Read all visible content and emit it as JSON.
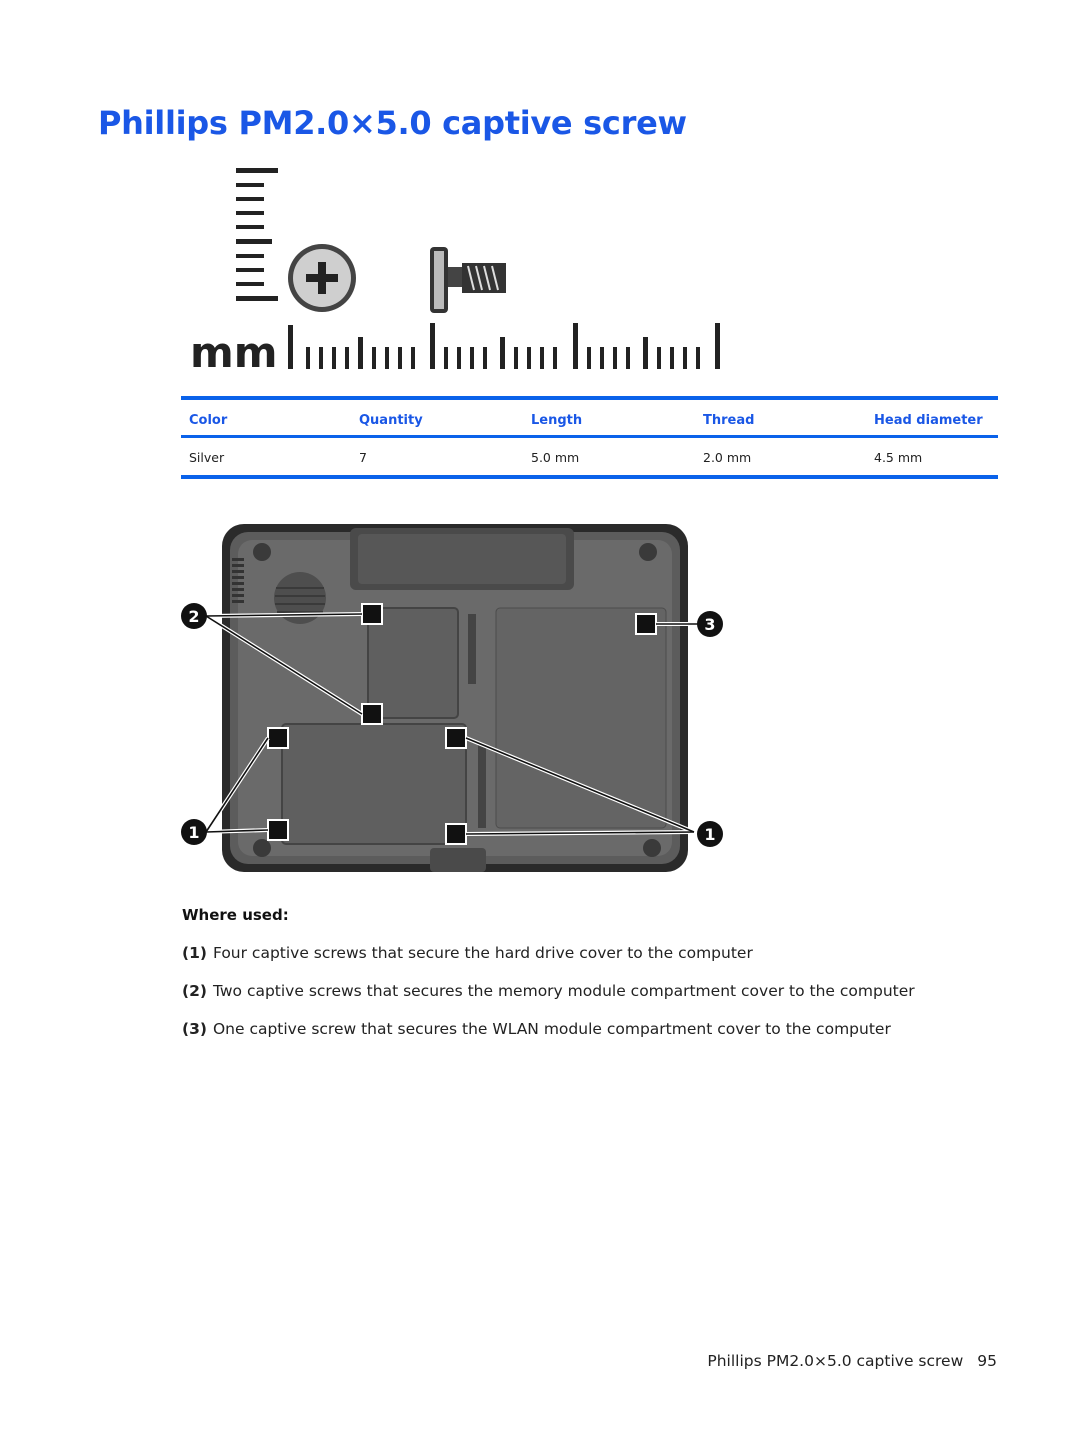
{
  "title": "Phillips PM2.0×5.0 captive screw",
  "screw_figure": {
    "scale_unit": "mm"
  },
  "table": {
    "headers": [
      "Color",
      "Quantity",
      "Length",
      "Thread",
      "Head diameter"
    ],
    "rows": [
      [
        "Silver",
        "7",
        "5.0 mm",
        "2.0 mm",
        "4.5 mm"
      ]
    ]
  },
  "callouts": {
    "one": "1",
    "two": "2",
    "three": "3"
  },
  "where_used": {
    "heading": "Where used:",
    "items": [
      {
        "num": "(1)",
        "text": "Four captive screws that secure the hard drive cover to the computer"
      },
      {
        "num": "(2)",
        "text": "Two captive screws that secures the memory module compartment cover to the computer"
      },
      {
        "num": "(3)",
        "text": "One captive screw that secures the WLAN module compartment cover to the computer"
      }
    ]
  },
  "footer": {
    "title": "Phillips PM2.0×5.0 captive screw",
    "page_number": "95"
  },
  "colors": {
    "accent": "#1a57e6",
    "rule": "#0a62ea"
  }
}
